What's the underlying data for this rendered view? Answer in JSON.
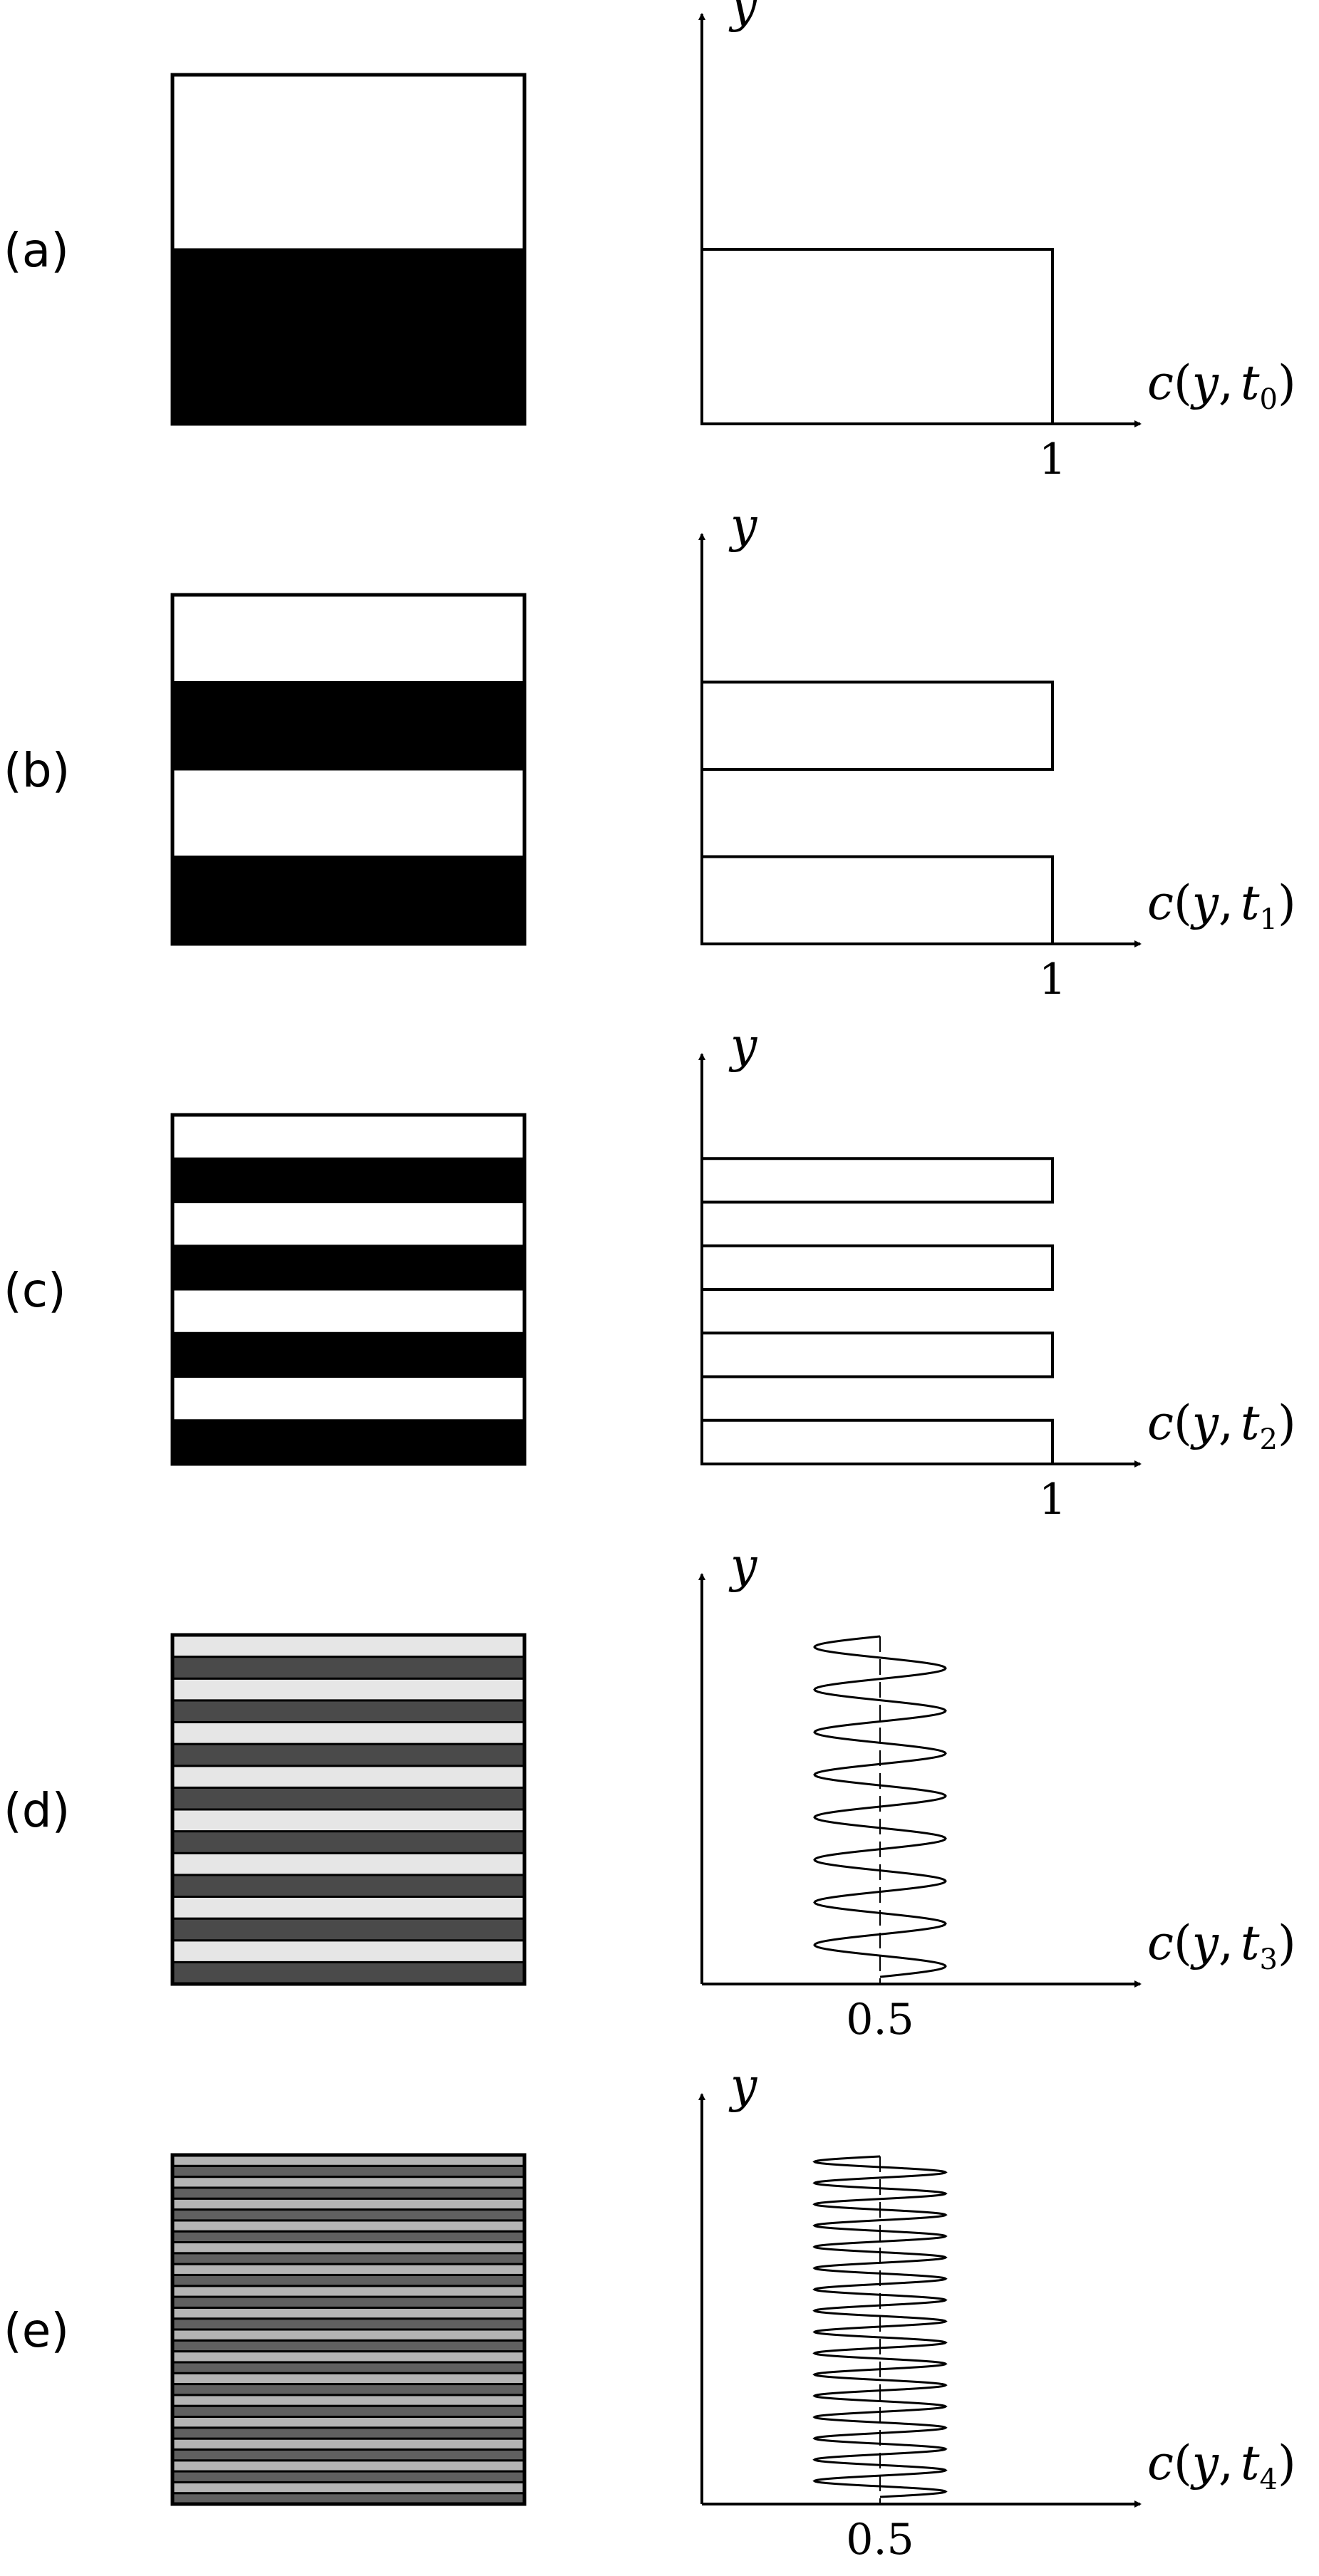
{
  "panels": [
    {
      "label": "(a)",
      "stripes": {
        "count": 2,
        "bottom_fill": "#000000",
        "top_fill": "#ffffff"
      },
      "profile": {
        "type": "step",
        "cells": 1,
        "y_label": "y",
        "x_func": "c",
        "x_var": "y",
        "x_time": "t",
        "x_time_sub": "0",
        "tick": "1"
      }
    },
    {
      "label": "(b)",
      "stripes": {
        "count": 4,
        "bottom_fill": "#000000",
        "top_fill": "#ffffff"
      },
      "profile": {
        "type": "step",
        "cells": 2,
        "y_label": "y",
        "x_func": "c",
        "x_var": "y",
        "x_time": "t",
        "x_time_sub": "1",
        "tick": "1"
      }
    },
    {
      "label": "(c)",
      "stripes": {
        "count": 8,
        "bottom_fill": "#000000",
        "top_fill": "#ffffff"
      },
      "profile": {
        "type": "step",
        "cells": 4,
        "y_label": "y",
        "x_func": "c",
        "x_var": "y",
        "x_time": "t",
        "x_time_sub": "2",
        "tick": "1"
      }
    },
    {
      "label": "(d)",
      "stripes": {
        "count": 16,
        "bottom_fill": "#4a4a4a",
        "top_fill": "#e6e6e6"
      },
      "profile": {
        "type": "oscillation",
        "loops": 8,
        "y_label": "y",
        "x_func": "c",
        "x_var": "y",
        "x_time": "t",
        "x_time_sub": "3",
        "tick": "0.5"
      }
    },
    {
      "label": "(e)",
      "stripes": {
        "count": 32,
        "bottom_fill": "#606060",
        "top_fill": "#b4b4b4"
      },
      "profile": {
        "type": "oscillation",
        "loops": 16,
        "y_label": "y",
        "x_func": "c",
        "x_var": "y",
        "x_time": "t",
        "x_time_sub": "4",
        "tick": "0.5"
      }
    }
  ],
  "colors": {
    "line": "#000000",
    "background": "#ffffff"
  }
}
